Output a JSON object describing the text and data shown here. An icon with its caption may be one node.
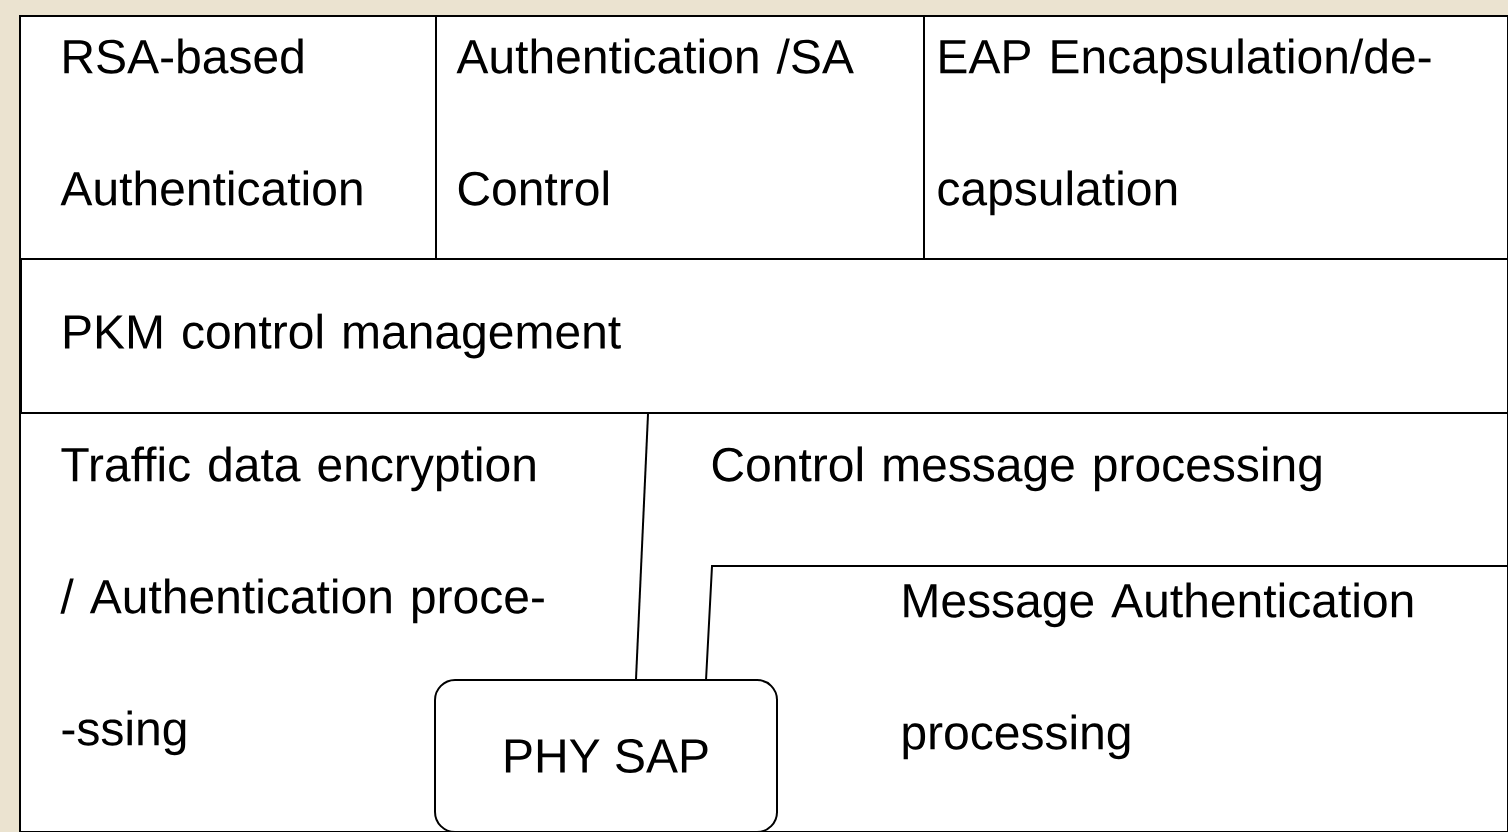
{
  "diagram": {
    "nodes": [
      {
        "text": [
          "RSA-based Authentication"
        ]
      },
      {
        "text": [
          "Authentication /SA Control"
        ]
      },
      {
        "text": [
          "EAP Encapsulation/de- capsulation"
        ]
      },
      {
        "text": [
          "PKM control management"
        ]
      },
      {
        "text": [
          "Traffic data encryption / Authentication proce- -ssing"
        ]
      },
      {
        "text": [
          "Control message processing"
        ]
      },
      {
        "text": [
          "Message Authentication processing"
        ]
      },
      {
        "text": [
          "PHY SAP"
        ]
      }
    ],
    "edges": [
      {
        "from": 3,
        "to": 7,
        "arrow": "none"
      }
    ]
  }
}
